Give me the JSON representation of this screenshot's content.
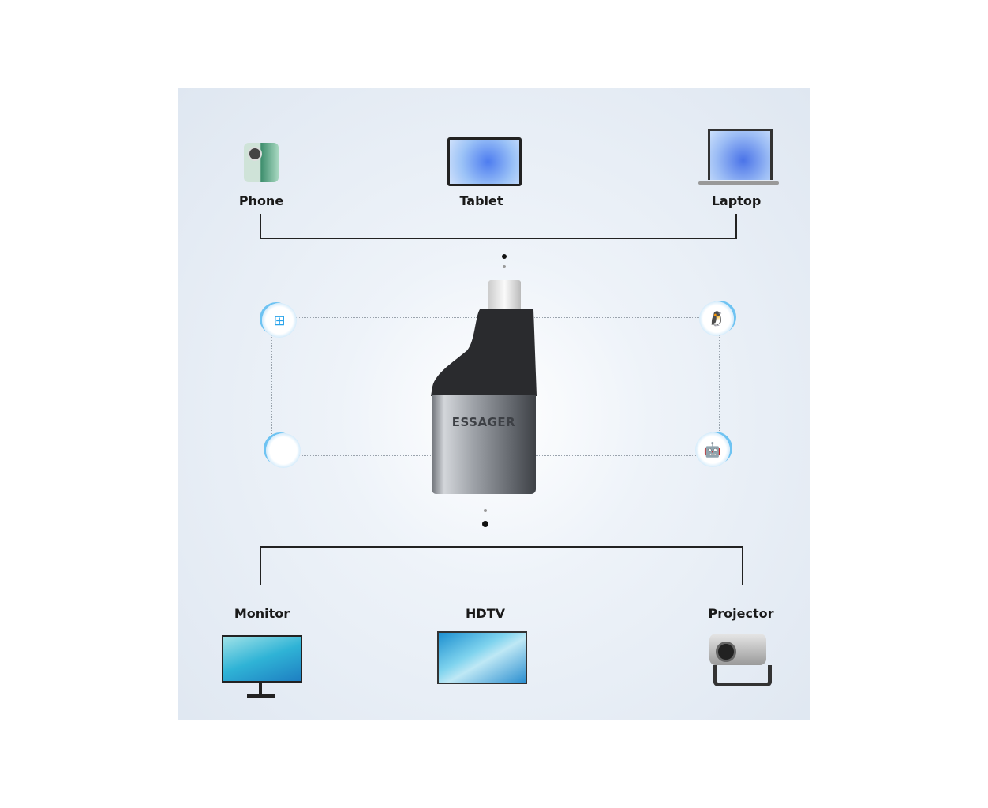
{
  "sources": [
    {
      "label": "Phone",
      "icon": "phone-icon"
    },
    {
      "label": "Tablet",
      "icon": "tablet-icon"
    },
    {
      "label": "Laptop",
      "icon": "laptop-icon"
    }
  ],
  "outputs": [
    {
      "label": "Monitor",
      "icon": "monitor-icon"
    },
    {
      "label": "HDTV",
      "icon": "tv-icon"
    },
    {
      "label": "Projector",
      "icon": "projector-icon"
    }
  ],
  "adapter": {
    "brand": "ESSAGER"
  },
  "os": [
    {
      "name": "windows-icon",
      "glyph": "⊞"
    },
    {
      "name": "linux-icon",
      "glyph": "🐧"
    },
    {
      "name": "apple-icon",
      "glyph": ""
    },
    {
      "name": "android-icon",
      "glyph": "🤖"
    }
  ],
  "colors": {
    "accent": "#29a3ea",
    "line": "#222222"
  }
}
